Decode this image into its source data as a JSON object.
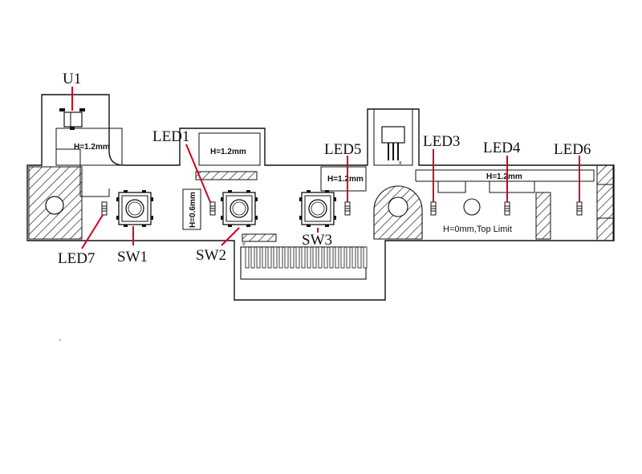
{
  "components": {
    "u1": "U1",
    "led1": "LED1",
    "led3": "LED3",
    "led4": "LED4",
    "led5": "LED5",
    "led6": "LED6",
    "led7": "LED7",
    "sw1": "SW1",
    "sw2": "SW2",
    "sw3": "SW3"
  },
  "height_notes": {
    "u1_area": "H=1.2mm",
    "led1_area": "H=1.2mm",
    "sw1_sw2_gap": "H=0.6mm",
    "led5_area": "H=1.2mm",
    "right_area": "H=1.2mm",
    "top_limit": "H=0mm,Top  Limit"
  },
  "colors": {
    "leader": "#d0021b",
    "outline": "#111111"
  }
}
